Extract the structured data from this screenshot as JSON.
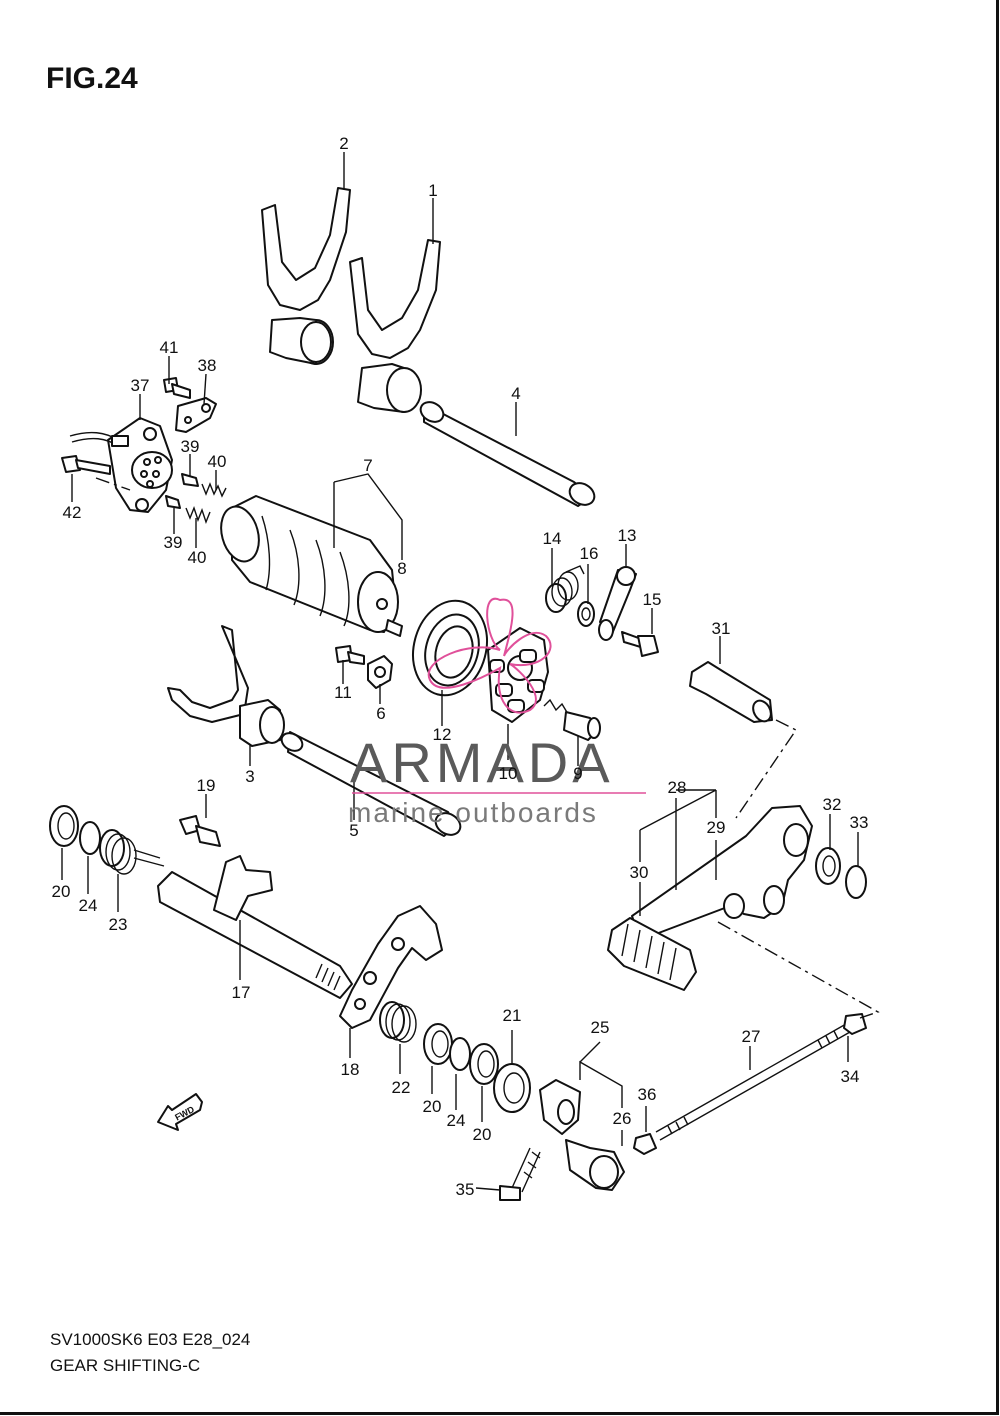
{
  "figure": {
    "title": "FIG.24"
  },
  "footer": {
    "code": "SV1000SK6 E03 E28_024",
    "caption": "GEAR SHIFTING-C"
  },
  "watermark": {
    "brand": "ARMADA",
    "tagline": "marine outboards",
    "accent_color": "#e0509a"
  },
  "fwd_badge": "FWD",
  "callouts": {
    "n1": "1",
    "n2": "2",
    "n3": "3",
    "n4": "4",
    "n5": "5",
    "n6": "6",
    "n7": "7",
    "n8": "8",
    "n9": "9",
    "n10": "10",
    "n11": "11",
    "n12": "12",
    "n13": "13",
    "n14": "14",
    "n15": "15",
    "n16": "16",
    "n17": "17",
    "n18": "18",
    "n19": "19",
    "n20": "20",
    "n21": "21",
    "n22": "22",
    "n23": "23",
    "n24": "24",
    "n25": "25",
    "n26": "26",
    "n27": "27",
    "n28": "28",
    "n29": "29",
    "n30": "30",
    "n31": "31",
    "n32": "32",
    "n33": "33",
    "n34": "34",
    "n35": "35",
    "n36": "36",
    "n37": "37",
    "n38": "38",
    "n39": "39",
    "n40": "40",
    "n41": "41",
    "n42": "42"
  }
}
